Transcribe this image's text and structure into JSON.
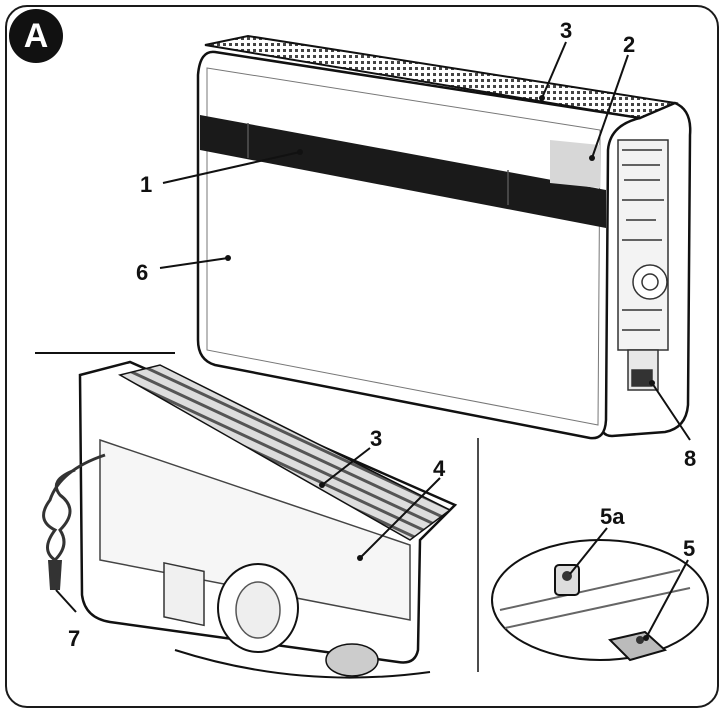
{
  "figure": {
    "badge": "A",
    "callouts": {
      "c1": "1",
      "c2": "2",
      "c3_top": "3",
      "c3_bottom": "3",
      "c4": "4",
      "c5": "5",
      "c5a": "5a",
      "c6": "6",
      "c7": "7",
      "c8": "8"
    }
  },
  "colors": {
    "outline": "#111111",
    "panel": "#ffffff",
    "shade": "#222222",
    "detail_grey": "#9a9a9a"
  }
}
